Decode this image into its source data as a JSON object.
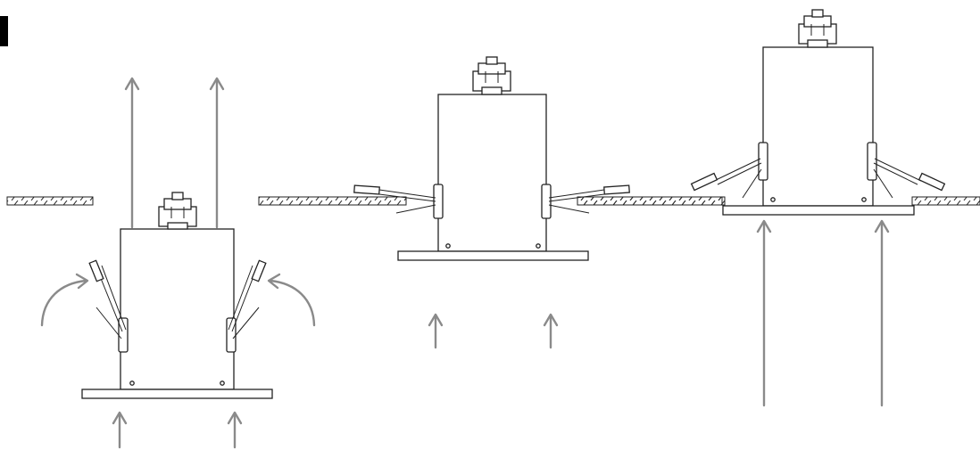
{
  "colors": {
    "line": "#222222",
    "arrow": "#8a8a8a",
    "corner_marker": "#000000",
    "background": "#ffffff"
  },
  "steps": [
    {
      "stage": "before-insertion",
      "arrows": [
        "push-up",
        "push-up",
        "rotate-spring-clip",
        "rotate-spring-clip"
      ]
    },
    {
      "stage": "clips-engaged",
      "arrows": [
        "push-up",
        "push-up"
      ]
    },
    {
      "stage": "flush-mounted",
      "arrows": [
        "push-up",
        "push-up"
      ]
    }
  ]
}
